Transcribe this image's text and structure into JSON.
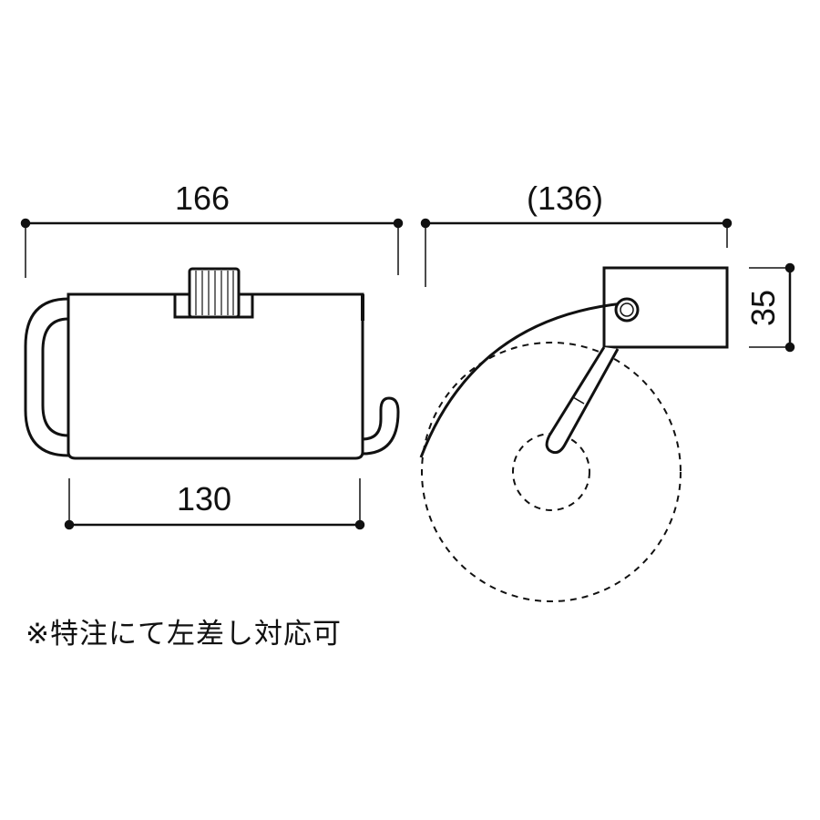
{
  "dimensions": {
    "front_overall_width": "166",
    "front_body_width": "130",
    "side_depth": "(136)",
    "side_height": "35"
  },
  "note": "※特注にて左差し対応可",
  "colors": {
    "line": "#111111",
    "background": "#ffffff"
  }
}
